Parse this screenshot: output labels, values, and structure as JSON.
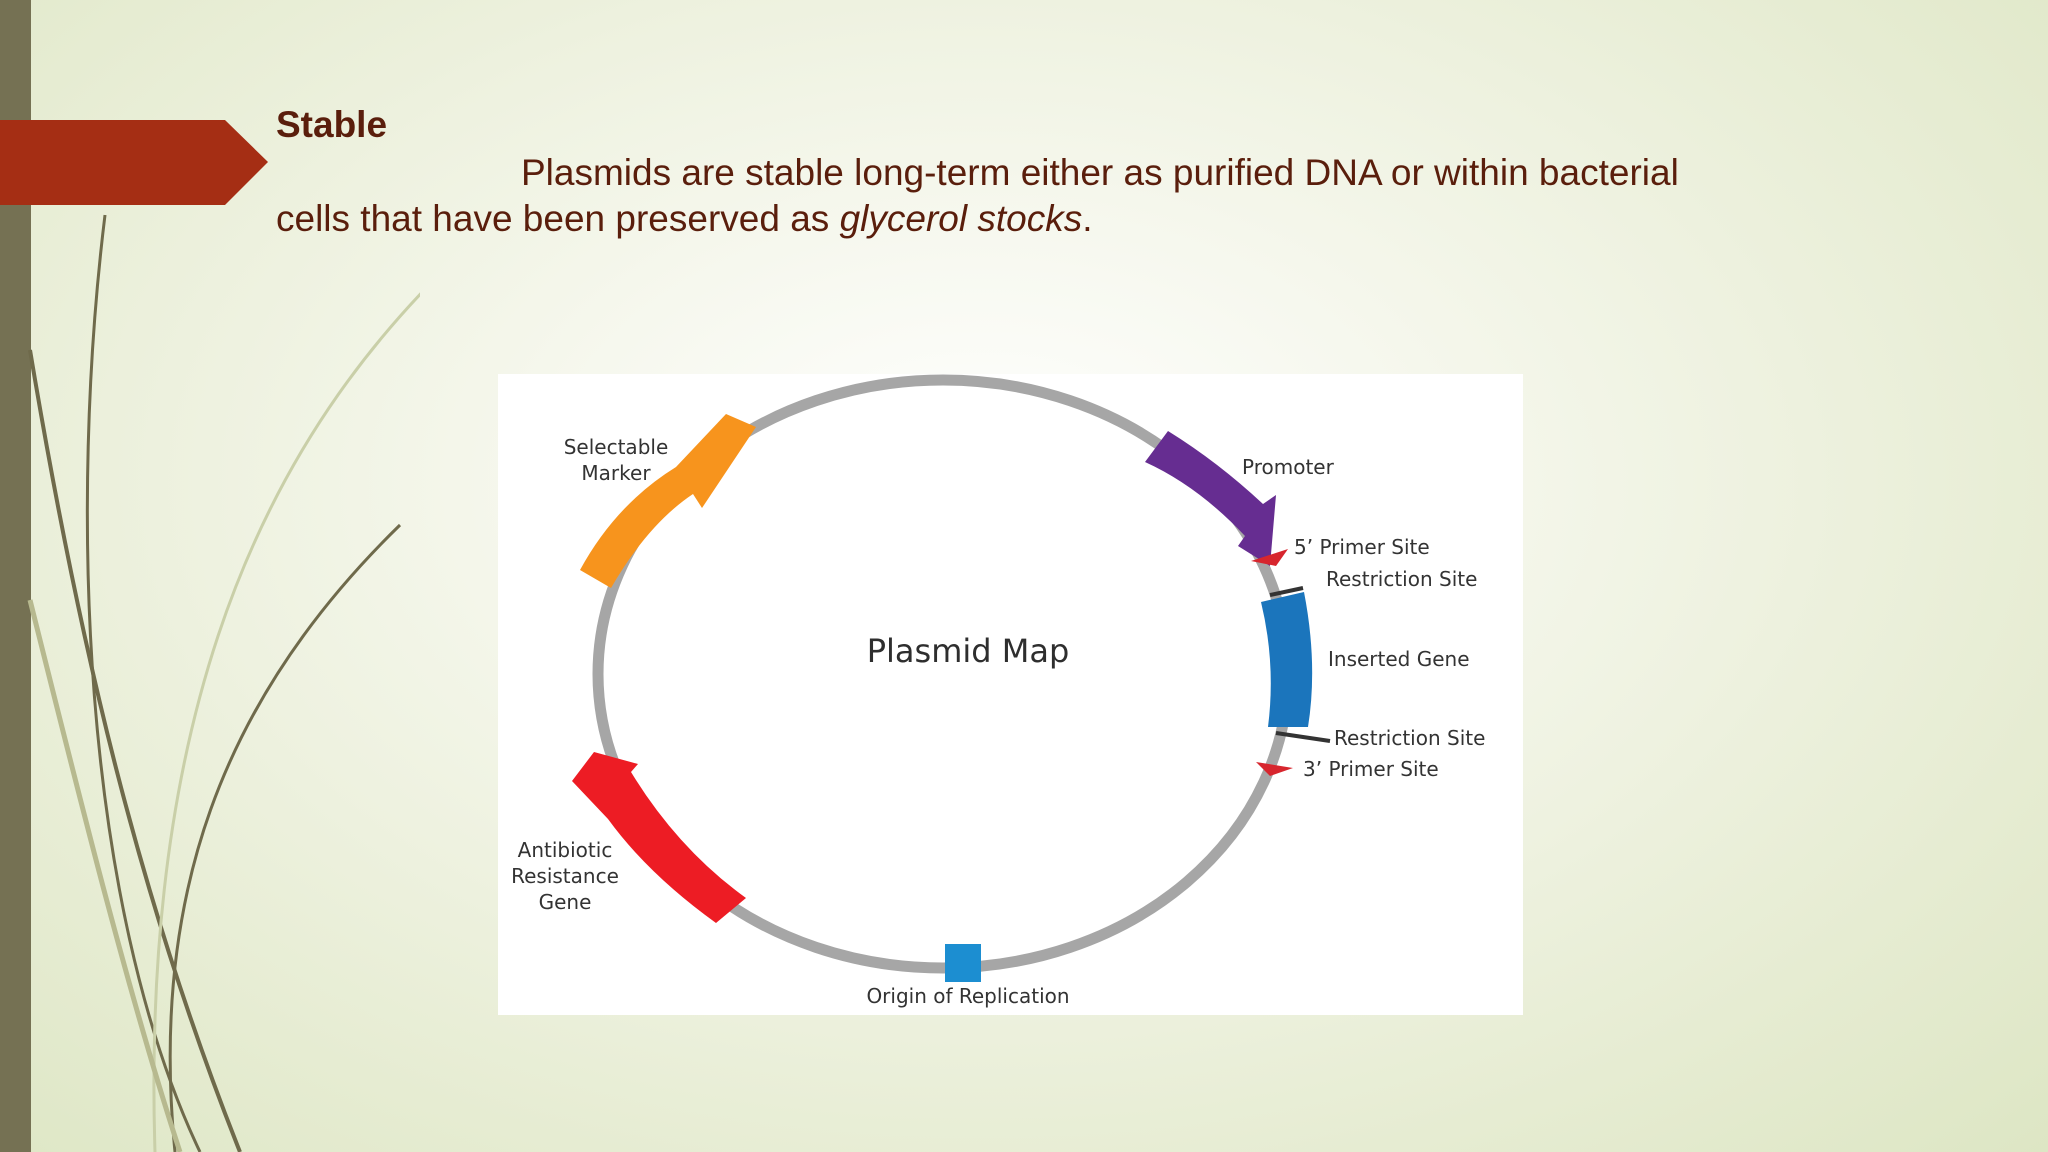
{
  "slide": {
    "title": "Stable",
    "body_plain": "Plasmids are stable long-term either as purified DNA or within bacterial cells that have been preserved as ",
    "body_italic": "glycerol stocks",
    "body_end": "."
  },
  "plasmid_map": {
    "title": "Plasmid Map",
    "labels": {
      "selectable_marker_1": "Selectable",
      "selectable_marker_2": "Marker",
      "promoter": "Promoter",
      "primer_5": "5’ Primer Site",
      "restriction_site_top": "Restriction Site",
      "inserted_gene": "Inserted Gene",
      "restriction_site_bottom": "Restriction Site",
      "primer_3": "3’ Primer Site",
      "antibiotic_1": "Antibiotic",
      "antibiotic_2": "Resistance",
      "antibiotic_3": "Gene",
      "origin": "Origin of Replication"
    },
    "colors": {
      "backbone": "#a6a6a6",
      "selectable_marker": "#f7941d",
      "promoter": "#662d91",
      "inserted_gene": "#1b75bc",
      "antibiotic_resistance": "#ed1c24",
      "origin": "#1c8ed1",
      "primer_sites": "#d7262e",
      "restriction_sites": "#333333"
    }
  },
  "theme": {
    "title_color": "#5a1e0c",
    "accent_banner": "#a52e14",
    "side_bar": "#757153"
  }
}
